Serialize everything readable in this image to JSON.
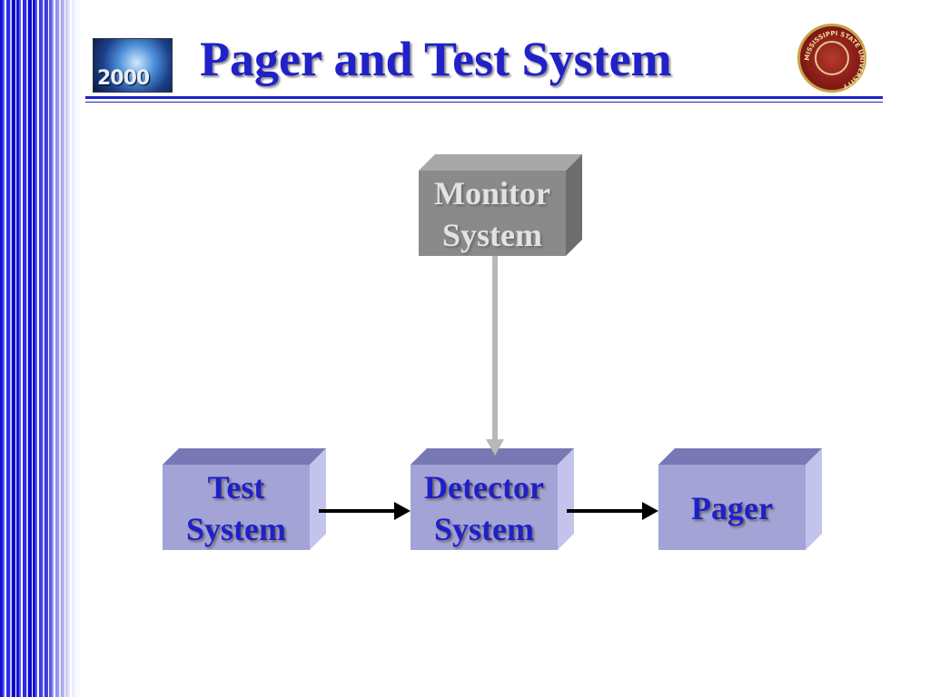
{
  "header": {
    "title": "Pager and Test System",
    "logo_year": "2000",
    "seal_text": "MISSISSIPPI STATE UNIVERSITY"
  },
  "diagram": {
    "nodes": {
      "monitor": {
        "line1": "Monitor",
        "line2": "System"
      },
      "test": {
        "line1": "Test",
        "line2": "System"
      },
      "detector": {
        "line1": "Detector",
        "line2": "System"
      },
      "pager": {
        "line1": "Pager"
      }
    },
    "edges": [
      {
        "from": "monitor",
        "to": "detector"
      },
      {
        "from": "test",
        "to": "detector"
      },
      {
        "from": "detector",
        "to": "pager"
      }
    ]
  },
  "colors": {
    "title": "#2121c8",
    "monitor_front": "#8a8a8a",
    "monitor_top": "#a8a8a8",
    "monitor_side": "#6e6e6e",
    "blue_front": "#a3a3d6",
    "blue_top": "#7878b4",
    "blue_side": "#c3c3ec",
    "arrow_black": "#000000",
    "arrow_gray": "#b8b8b8"
  }
}
